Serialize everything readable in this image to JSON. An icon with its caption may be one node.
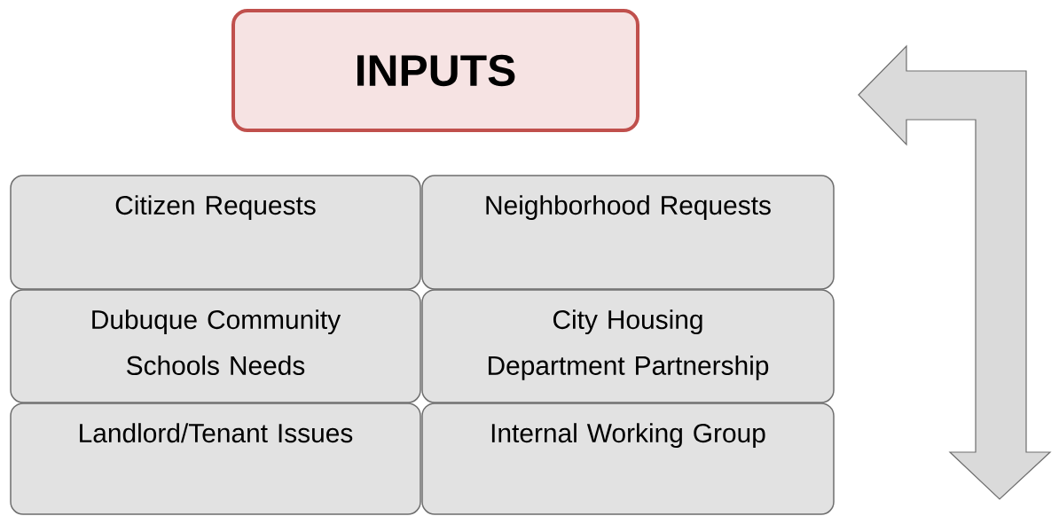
{
  "diagram": {
    "nodes": [
      {
        "text": [
          "INPUTS"
        ]
      },
      {
        "text": [
          "Citizen Requests"
        ]
      },
      {
        "text": [
          "Neighborhood Requests"
        ]
      },
      {
        "text": [
          "Dubuque Community Schools Needs"
        ]
      },
      {
        "text": [
          "City Housing Department Partnership"
        ]
      },
      {
        "text": [
          "Landlord/Tenant Issues"
        ]
      },
      {
        "text": [
          "Internal Working Group"
        ]
      }
    ]
  }
}
